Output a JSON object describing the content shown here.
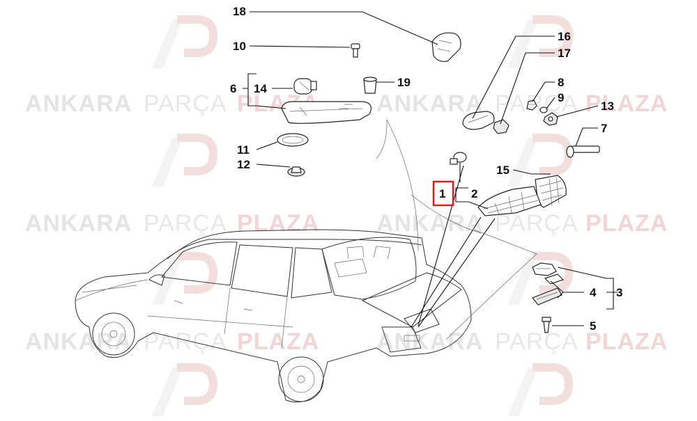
{
  "watermark": {
    "brand_word_1": "ANKARA",
    "brand_word_2": "PARÇA",
    "brand_word_3": "PLAZA"
  },
  "callouts": {
    "c18": "18",
    "c10": "10",
    "c6": "6",
    "c14": "14",
    "c19": "19",
    "c11": "11",
    "c12": "12",
    "c16": "16",
    "c17": "17",
    "c8": "8",
    "c9": "9",
    "c13": "13",
    "c7": "7",
    "c15": "15",
    "c1": "1",
    "c2": "2",
    "c4": "4",
    "c3": "3",
    "c5": "5"
  },
  "highlight": {
    "selected_callout": "1",
    "color": "#e01b1b"
  },
  "colors": {
    "watermark_grey": "#e4e4e4",
    "watermark_red": "#f2d6d6",
    "line": "#111111"
  }
}
